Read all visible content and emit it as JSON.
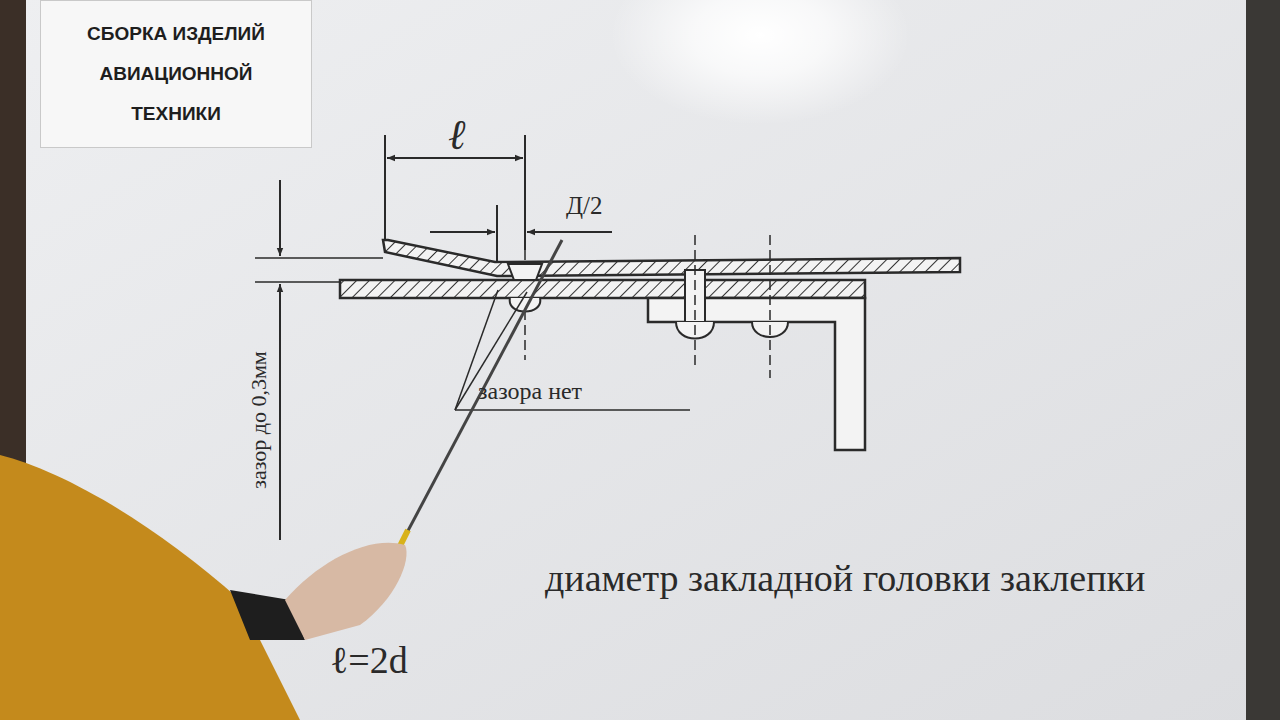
{
  "diagram": {
    "title": "СБОРКА ИЗДЕЛИЙ АВИАЦИОННОЙ ТЕХНИКИ",
    "labels": [
      "ℓ",
      "Д/2",
      "зазор до 0,3мм",
      "зазора нет",
      "диаметр закладной головки заклепки",
      "ℓ=2d"
    ]
  }
}
